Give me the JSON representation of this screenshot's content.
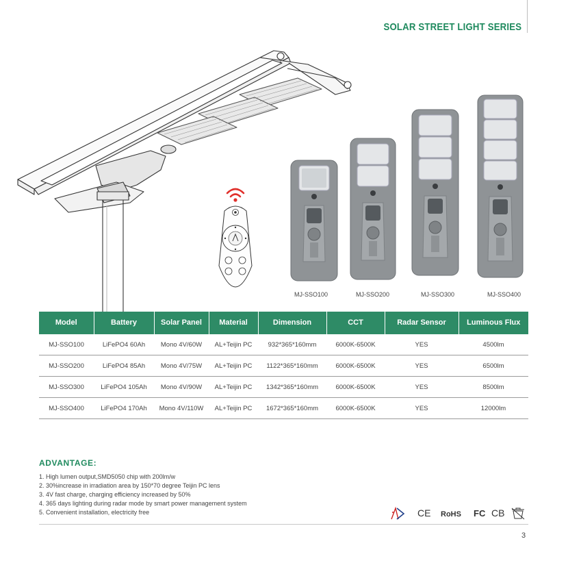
{
  "header": {
    "title": "SOLAR STREET LIGHT SERIES"
  },
  "products": [
    {
      "model": "MJ-SSO100",
      "panels": 1
    },
    {
      "model": "MJ-SSO200",
      "panels": 2
    },
    {
      "model": "MJ-SSO300",
      "panels": 3
    },
    {
      "model": "MJ-SSO400",
      "panels": 4
    }
  ],
  "table": {
    "headers": [
      "Model",
      "Battery",
      "Solar Panel",
      "Material",
      "Dimension",
      "CCT",
      "Radar Sensor",
      "Luminous Flux"
    ],
    "rows": [
      [
        "MJ-SSO100",
        "LiFePO4 60Ah",
        "Mono 4V/60W",
        "AL+Teijin  PC",
        "932*365*160mm",
        "6000K-6500K",
        "YES",
        "4500lm"
      ],
      [
        "MJ-SSO200",
        "LiFePO4 85Ah",
        "Mono 4V/75W",
        "AL+Teijin  PC",
        "1122*365*160mm",
        "6000K-6500K",
        "YES",
        "6500lm"
      ],
      [
        "MJ-SSO300",
        "LiFePO4 105Ah",
        "Mono 4V/90W",
        "AL+Teijin  PC",
        "1342*365*160mm",
        "6000K-6500K",
        "YES",
        "8500lm"
      ],
      [
        "MJ-SSO400",
        "LiFePO4 170Ah",
        "Mono 4V/110W",
        "AL+Teijin  PC",
        "1672*365*160mm",
        "6000K-6500K",
        "YES",
        "12000lm"
      ]
    ]
  },
  "advantage": {
    "title": "ADVANTAGE:",
    "items": [
      "1. High lumen output,SMD5050 chip with 200lm/w",
      "2. 30%increase in irradiation area by 150*70 degree Teijin PC lens",
      "3. 4V fast charge, charging efficiency increased by 50%",
      "4. 365 days lighting during radar mode by smart power management system",
      "5. Convenient installation, electricity free"
    ]
  },
  "certifications": {
    "ce": "CE",
    "rohs": "RoHS",
    "fc": "FC",
    "cb": "CB"
  },
  "page_number": "3",
  "colors": {
    "brand_green": "#2e8b66",
    "title_green": "#1f8a5e",
    "remote_signal": "#e0302b"
  }
}
